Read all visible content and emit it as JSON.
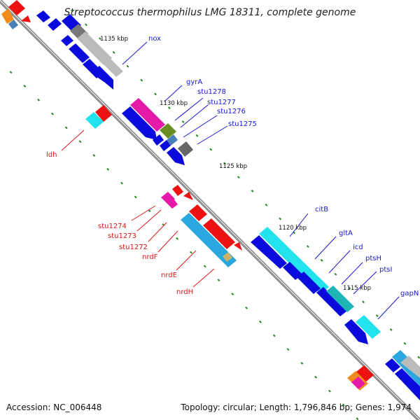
{
  "title": "Streptococcus thermophilus LMG 18311, complete genome",
  "footer": {
    "accession": "Accession: NC_006448",
    "summary": "Topology: circular; Length: 1,796,846 bp; Genes: 1,974"
  },
  "scale_labels": [
    "1135 kbp",
    "1130 kbp",
    "1125 kbp",
    "1120 kbp",
    "1115 kbp"
  ],
  "gene_labels_top": [
    "nox",
    "gyrA",
    "stu1278",
    "stu1277",
    "stu1276",
    "stu1275",
    "citB",
    "gltA",
    "icd",
    "ptsH",
    "ptsI",
    "gapN"
  ],
  "gene_labels_bottom": [
    "ldh",
    "stu1274",
    "stu1273",
    "stu1272",
    "nrdF",
    "nrdE",
    "nrdH"
  ],
  "colors": {
    "cds_forward": "#0a0adc",
    "cds_reverse": "#ee1111",
    "gene_label_forward": "#1818d8",
    "gene_label_reverse": "#d81818",
    "backbone": "#888888",
    "tick": "#1d8a1d"
  }
}
